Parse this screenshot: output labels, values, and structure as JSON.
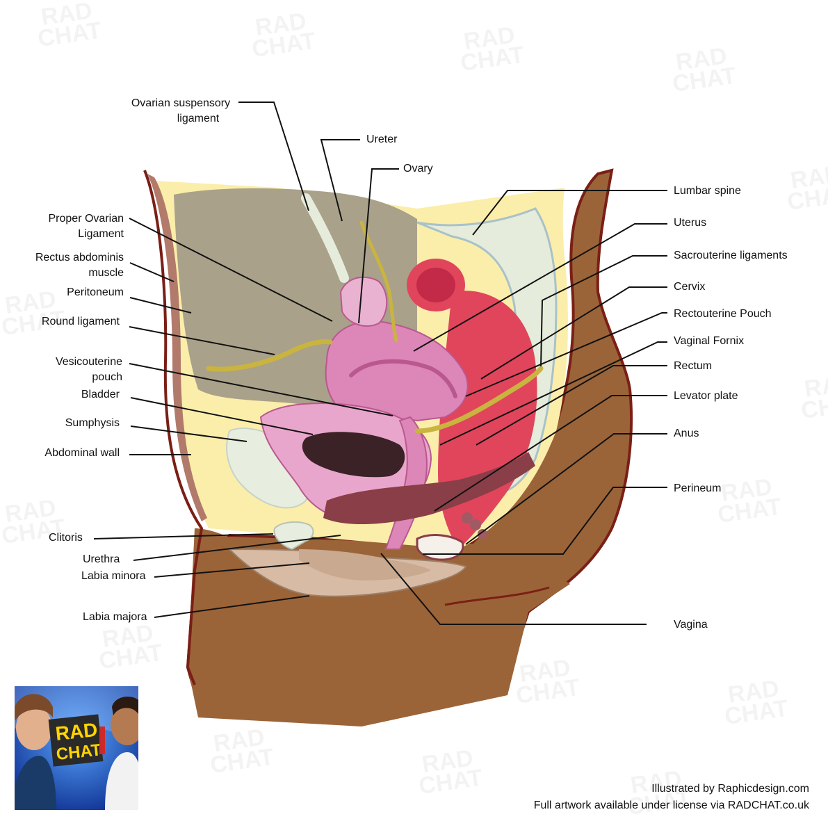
{
  "labels": {
    "ovarian_suspensory_1": "Ovarian suspensory",
    "ovarian_suspensory_2": "ligament",
    "ureter": "Ureter",
    "ovary": "Ovary",
    "proper_ovarian_1": "Proper Ovarian",
    "proper_ovarian_2": "Ligament",
    "rectus_1": "Rectus abdominis",
    "rectus_2": "muscle",
    "peritoneum": "Peritoneum",
    "round_ligament": "Round ligament",
    "vesicouterine_1": "Vesicouterine",
    "vesicouterine_2": "pouch",
    "bladder": "Bladder",
    "sumphysis": "Sumphysis",
    "abdominal_wall": "Abdominal wall",
    "clitoris": "Clitoris",
    "urethra": "Urethra",
    "labia_minora": "Labia minora",
    "labia_majora": "Labia majora",
    "lumbar_spine": "Lumbar spine",
    "uterus": "Uterus",
    "sacrouterine": "Sacrouterine ligaments",
    "cervix": "Cervix",
    "rectouterine": "Rectouterine Pouch",
    "vaginal_fornix": "Vaginal Fornix",
    "rectum": "Rectum",
    "levator_plate": "Levator plate",
    "anus": "Anus",
    "perineum": "Perineum",
    "vagina": "Vagina"
  },
  "credits": {
    "line1": "Illustrated by Raphicdesign.com",
    "line2": "Full artwork available under license via RADCHAT.co.uk"
  },
  "logo": {
    "line1": "RAD",
    "line2": "CHAT"
  },
  "watermark": {
    "line1": "RAD",
    "line2": "CHAT"
  },
  "colors": {
    "skin": "#9b6438",
    "skin_outline": "#7a1f16",
    "fat": "#fbeeaa",
    "peritoneal": "#a9a189",
    "uterus": "#dd86b8",
    "bladder": "#e9a6cc",
    "rectum": "#e0455c",
    "levator": "#8a3e48",
    "ligament": "#c9b440"
  }
}
